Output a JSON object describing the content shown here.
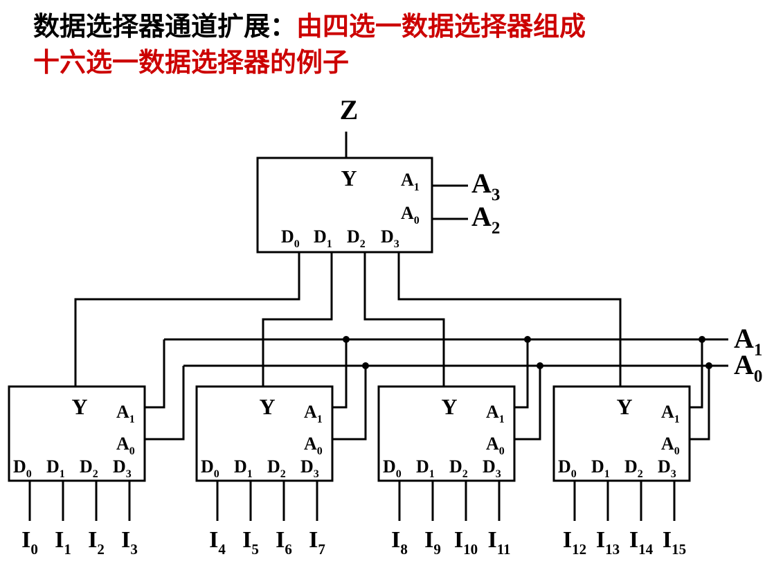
{
  "title": {
    "part1": "数据选择器通道扩展：",
    "part2": "由四选一数据选择器组成",
    "line2": "十六选一数据选择器的例子"
  },
  "colors": {
    "title_black": "#000000",
    "title_red": "#cc0000",
    "lines": "#000000"
  },
  "diagram": {
    "top_output": "Z",
    "top_mux": {
      "output_label": "Y",
      "select_labels": [
        {
          "letter": "A",
          "sub": "1"
        },
        {
          "letter": "A",
          "sub": "0"
        }
      ],
      "select_signals": [
        {
          "letter": "A",
          "sub": "3"
        },
        {
          "letter": "A",
          "sub": "2"
        }
      ],
      "data_labels": [
        {
          "letter": "D",
          "sub": "0"
        },
        {
          "letter": "D",
          "sub": "1"
        },
        {
          "letter": "D",
          "sub": "2"
        },
        {
          "letter": "D",
          "sub": "3"
        }
      ]
    },
    "bus_signals": [
      {
        "letter": "A",
        "sub": "1"
      },
      {
        "letter": "A",
        "sub": "0"
      }
    ],
    "sub_muxes": [
      {
        "output_label": "Y",
        "select_labels": [
          {
            "letter": "A",
            "sub": "1"
          },
          {
            "letter": "A",
            "sub": "0"
          }
        ],
        "data_labels": [
          {
            "letter": "D",
            "sub": "0"
          },
          {
            "letter": "D",
            "sub": "1"
          },
          {
            "letter": "D",
            "sub": "2"
          },
          {
            "letter": "D",
            "sub": "3"
          }
        ],
        "inputs": [
          {
            "letter": "I",
            "sub": "0"
          },
          {
            "letter": "I",
            "sub": "1"
          },
          {
            "letter": "I",
            "sub": "2"
          },
          {
            "letter": "I",
            "sub": "3"
          }
        ]
      },
      {
        "output_label": "Y",
        "select_labels": [
          {
            "letter": "A",
            "sub": "1"
          },
          {
            "letter": "A",
            "sub": "0"
          }
        ],
        "data_labels": [
          {
            "letter": "D",
            "sub": "0"
          },
          {
            "letter": "D",
            "sub": "1"
          },
          {
            "letter": "D",
            "sub": "2"
          },
          {
            "letter": "D",
            "sub": "3"
          }
        ],
        "inputs": [
          {
            "letter": "I",
            "sub": "4"
          },
          {
            "letter": "I",
            "sub": "5"
          },
          {
            "letter": "I",
            "sub": "6"
          },
          {
            "letter": "I",
            "sub": "7"
          }
        ]
      },
      {
        "output_label": "Y",
        "select_labels": [
          {
            "letter": "A",
            "sub": "1"
          },
          {
            "letter": "A",
            "sub": "0"
          }
        ],
        "data_labels": [
          {
            "letter": "D",
            "sub": "0"
          },
          {
            "letter": "D",
            "sub": "1"
          },
          {
            "letter": "D",
            "sub": "2"
          },
          {
            "letter": "D",
            "sub": "3"
          }
        ],
        "inputs": [
          {
            "letter": "I",
            "sub": "8"
          },
          {
            "letter": "I",
            "sub": "9"
          },
          {
            "letter": "I",
            "sub": "10"
          },
          {
            "letter": "I",
            "sub": "11"
          }
        ]
      },
      {
        "output_label": "Y",
        "select_labels": [
          {
            "letter": "A",
            "sub": "1"
          },
          {
            "letter": "A",
            "sub": "0"
          }
        ],
        "data_labels": [
          {
            "letter": "D",
            "sub": "0"
          },
          {
            "letter": "D",
            "sub": "1"
          },
          {
            "letter": "D",
            "sub": "2"
          },
          {
            "letter": "D",
            "sub": "3"
          }
        ],
        "inputs": [
          {
            "letter": "I",
            "sub": "12"
          },
          {
            "letter": "I",
            "sub": "13"
          },
          {
            "letter": "I",
            "sub": "14"
          },
          {
            "letter": "I",
            "sub": "15"
          }
        ]
      }
    ]
  }
}
